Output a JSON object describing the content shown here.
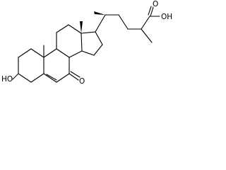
{
  "molecule": {
    "labels": {
      "acid": "OH",
      "carbonyl_acid": "O",
      "hydroxyl": "HO",
      "ketone": "O"
    }
  }
}
